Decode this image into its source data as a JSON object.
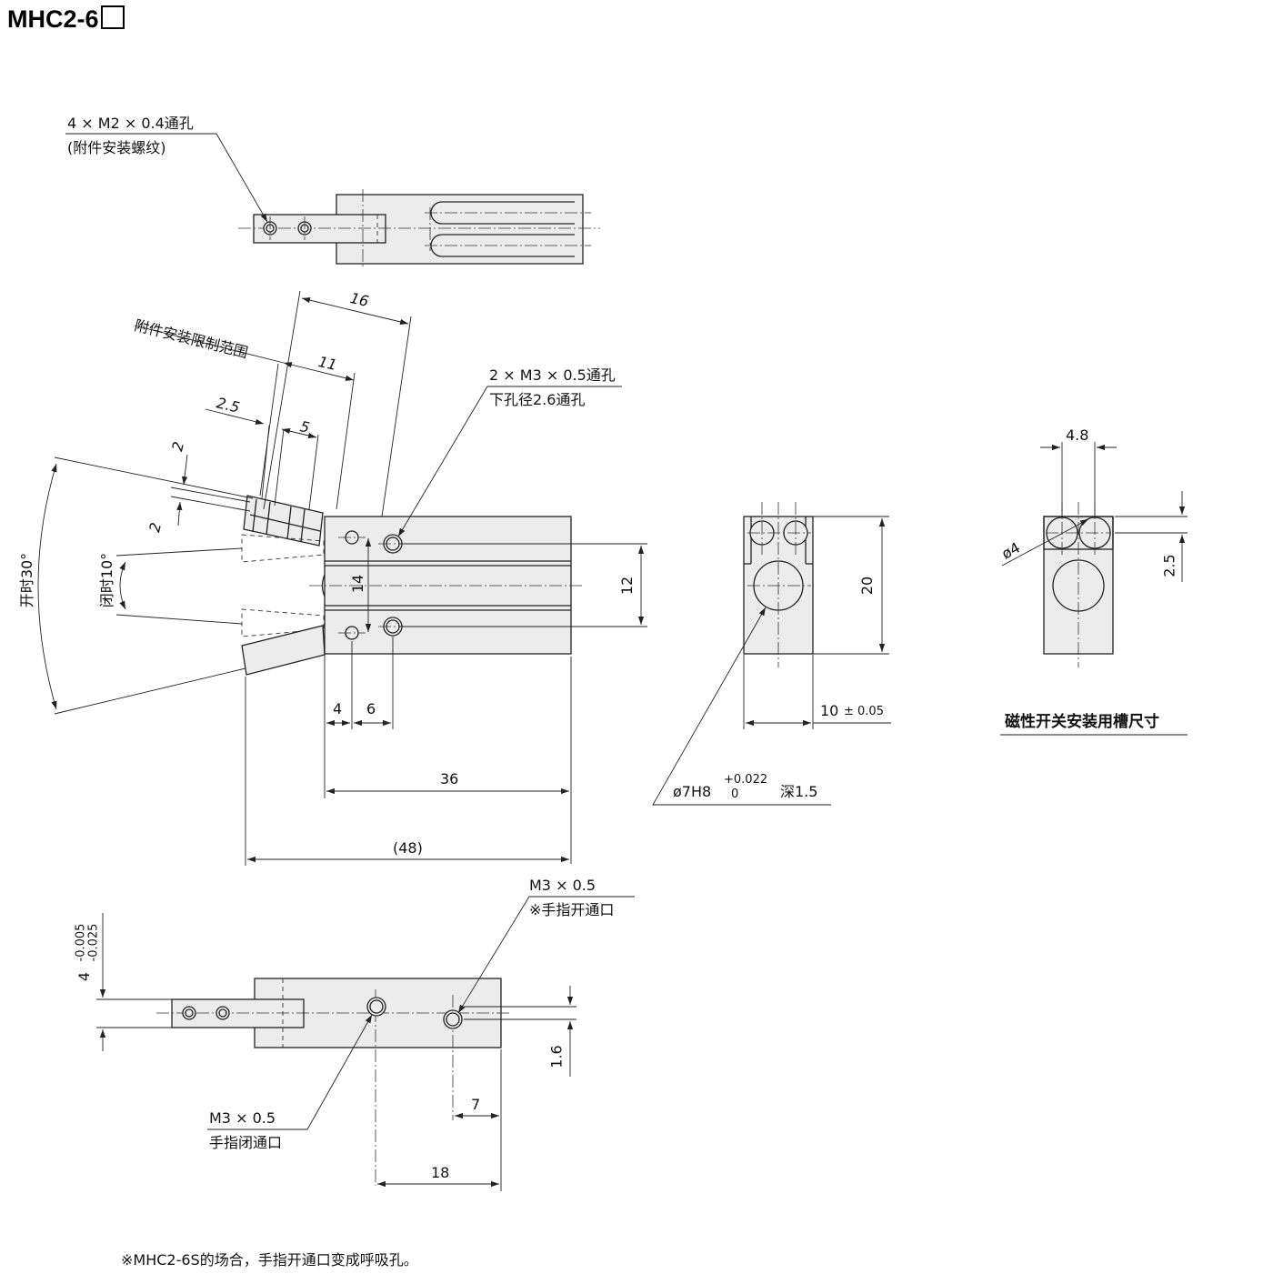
{
  "title": "MHC2-6",
  "top_view": {
    "hole_spec": "4 × M2 × 0.4通孔",
    "hole_note": "(附件安装螺纹)"
  },
  "front_view": {
    "dim_16": "16",
    "limit_note": "附件安装限制范围",
    "dim_11": "11",
    "dim_2_5": "2.5",
    "dim_5": "5",
    "dim_2_a": "2",
    "dim_2_b": "2",
    "open_angle": "开时30°",
    "close_angle": "闭时10°",
    "dim_14": "14",
    "dim_12": "12",
    "dim_4": "4",
    "dim_6": "6",
    "dim_36": "36",
    "dim_48": "(48)",
    "port_spec": "2 × M3 × 0.5通孔",
    "port_note": "下孔径2.6通孔"
  },
  "side_view": {
    "dim_20": "20",
    "dim_10": "10",
    "tol_10": "± 0.05",
    "bore_spec": "ø7H8",
    "bore_tol_upper": "+0.022",
    "bore_tol_lower": "0",
    "bore_depth": "深1.5"
  },
  "groove_view": {
    "dim_4_8": "4.8",
    "dim_dia4": "ø4",
    "dim_2_5": "2.5",
    "caption": "磁性开关安装用槽尺寸"
  },
  "bottom_view": {
    "tol_upper": "-0.005",
    "tol_lower": "-0.025",
    "dim_4": "4",
    "open_port_spec": "M3 × 0.5",
    "open_port_note": "※手指开通口",
    "close_port_spec": "M3 × 0.5",
    "close_port_note": "手指闭通口",
    "dim_1_6": "1.6",
    "dim_7": "7",
    "dim_18": "18"
  },
  "footnote": "※MHC2-6S的场合，手指开通口变成呼吸孔。"
}
